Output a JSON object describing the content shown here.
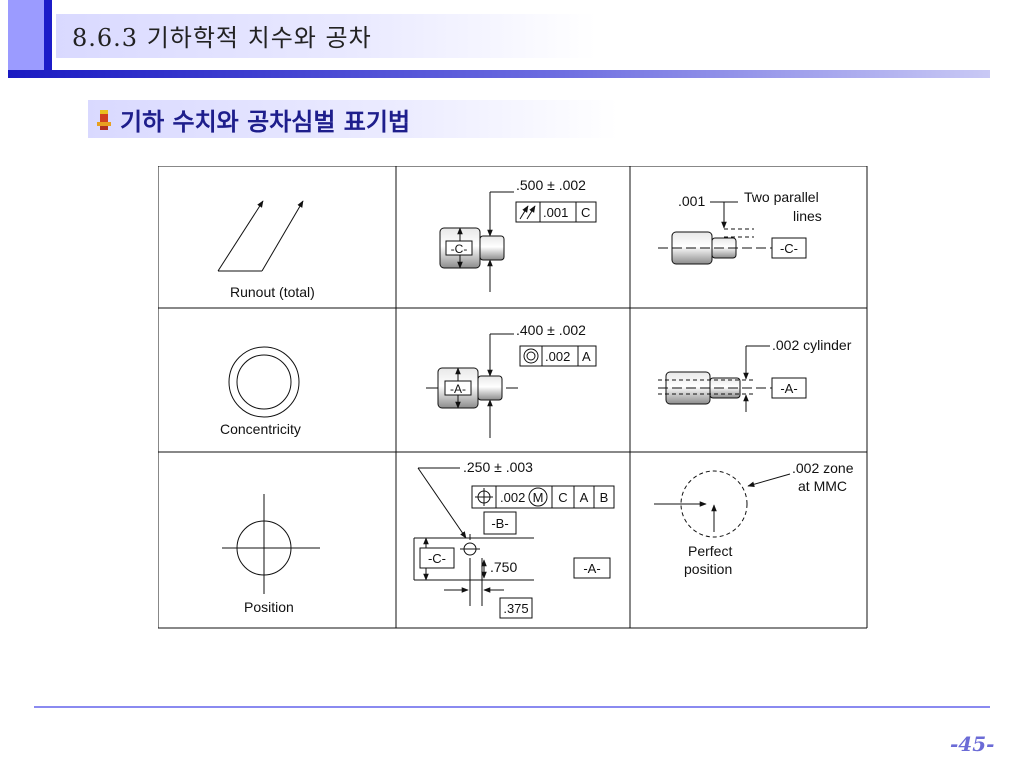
{
  "header": {
    "title": "8.6.3 기하학적 치수와 공차"
  },
  "subtitle": {
    "text": "기하 수치와 공차심벌 표기법"
  },
  "figure": {
    "rows": [
      {
        "symbol_label": "Runout (total)",
        "example": {
          "dimension": ".500 ± .002",
          "tolerance": ".001",
          "datum_ref": "C",
          "datum_label": "-C-"
        },
        "interpretation": {
          "value": ".001",
          "note_line1": "Two parallel",
          "note_line2": "lines",
          "datum_label": "-C-"
        }
      },
      {
        "symbol_label": "Concentricity",
        "example": {
          "dimension": ".400 ± .002",
          "tolerance": ".002",
          "datum_ref": "A",
          "datum_label": "-A-"
        },
        "interpretation": {
          "note": ".002 cylinder",
          "datum_label": "-A-"
        }
      },
      {
        "symbol_label": "Position",
        "example": {
          "dimension": ".250 ± .003",
          "tolerance": ".002",
          "modifier": "M",
          "datums": [
            "C",
            "A",
            "B"
          ],
          "label_b": "-B-",
          "label_c": "-C-",
          "label_a": "-A-",
          "dim_750": ".750",
          "dim_375": ".375"
        },
        "interpretation": {
          "note_line1": ".002 zone",
          "note_line2": "at MMC",
          "perfect_line1": "Perfect",
          "perfect_line2": "position"
        }
      }
    ]
  },
  "footer": {
    "page": "-45-"
  }
}
